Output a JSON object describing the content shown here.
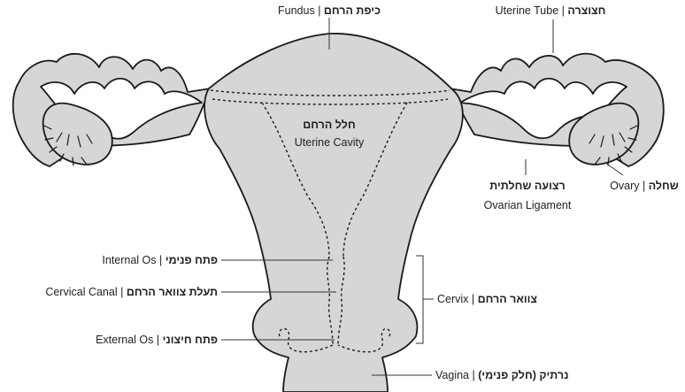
{
  "labels": {
    "fundus": {
      "en": "Fundus",
      "he": "כיפת הרחם"
    },
    "tube": {
      "en": "Uterine Tube",
      "he": "חצוצרה"
    },
    "cavity": {
      "he": "חלל הרחם",
      "en": "Uterine Cavity"
    },
    "ligament": {
      "he": "רצועה שחלתית",
      "en": "Ovarian Ligament"
    },
    "ovary": {
      "en": "Ovary",
      "he": "שחלה"
    },
    "internal_os": {
      "en": "Internal Os",
      "he": "פתח פנימי"
    },
    "canal": {
      "en": "Cervical Canal",
      "he": "תעלת צוואר הרחם"
    },
    "external_os": {
      "en": "External Os",
      "he": "פתח חיצוני"
    },
    "cervix": {
      "en": "Cervix",
      "he": "צוואר הרחם"
    },
    "vagina": {
      "en": "Vagina",
      "he": "נרתיק (חלק פנימי)"
    },
    "sep": " | "
  },
  "colors": {
    "organ_fill": "#d6d6d6",
    "outline": "#1a1a1a"
  }
}
